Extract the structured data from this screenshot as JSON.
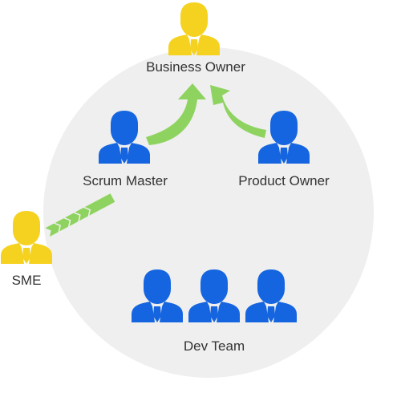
{
  "roles": {
    "business_owner": {
      "label": "Business Owner",
      "icon": "person-icon"
    },
    "scrum_master": {
      "label": "Scrum Master",
      "icon": "person-icon"
    },
    "product_owner": {
      "label": "Product Owner",
      "icon": "person-icon"
    },
    "sme": {
      "label": "SME",
      "icon": "person-icon"
    },
    "dev_team": {
      "label": "Dev Team",
      "icon": "group-icon"
    }
  },
  "colors": {
    "circle_background": "#efefef",
    "leader_yellow": "#f5d21f",
    "team_blue": "#1565e0",
    "arrow_green": "#8ed35f",
    "label_text": "#333333"
  },
  "connections": [
    {
      "from": "scrum_master",
      "to": "business_owner",
      "style": "curved-arrow"
    },
    {
      "from": "product_owner",
      "to": "business_owner",
      "style": "curved-arrow"
    },
    {
      "from": "sme",
      "to": "scrum_master",
      "style": "chevron-arrow"
    }
  ]
}
